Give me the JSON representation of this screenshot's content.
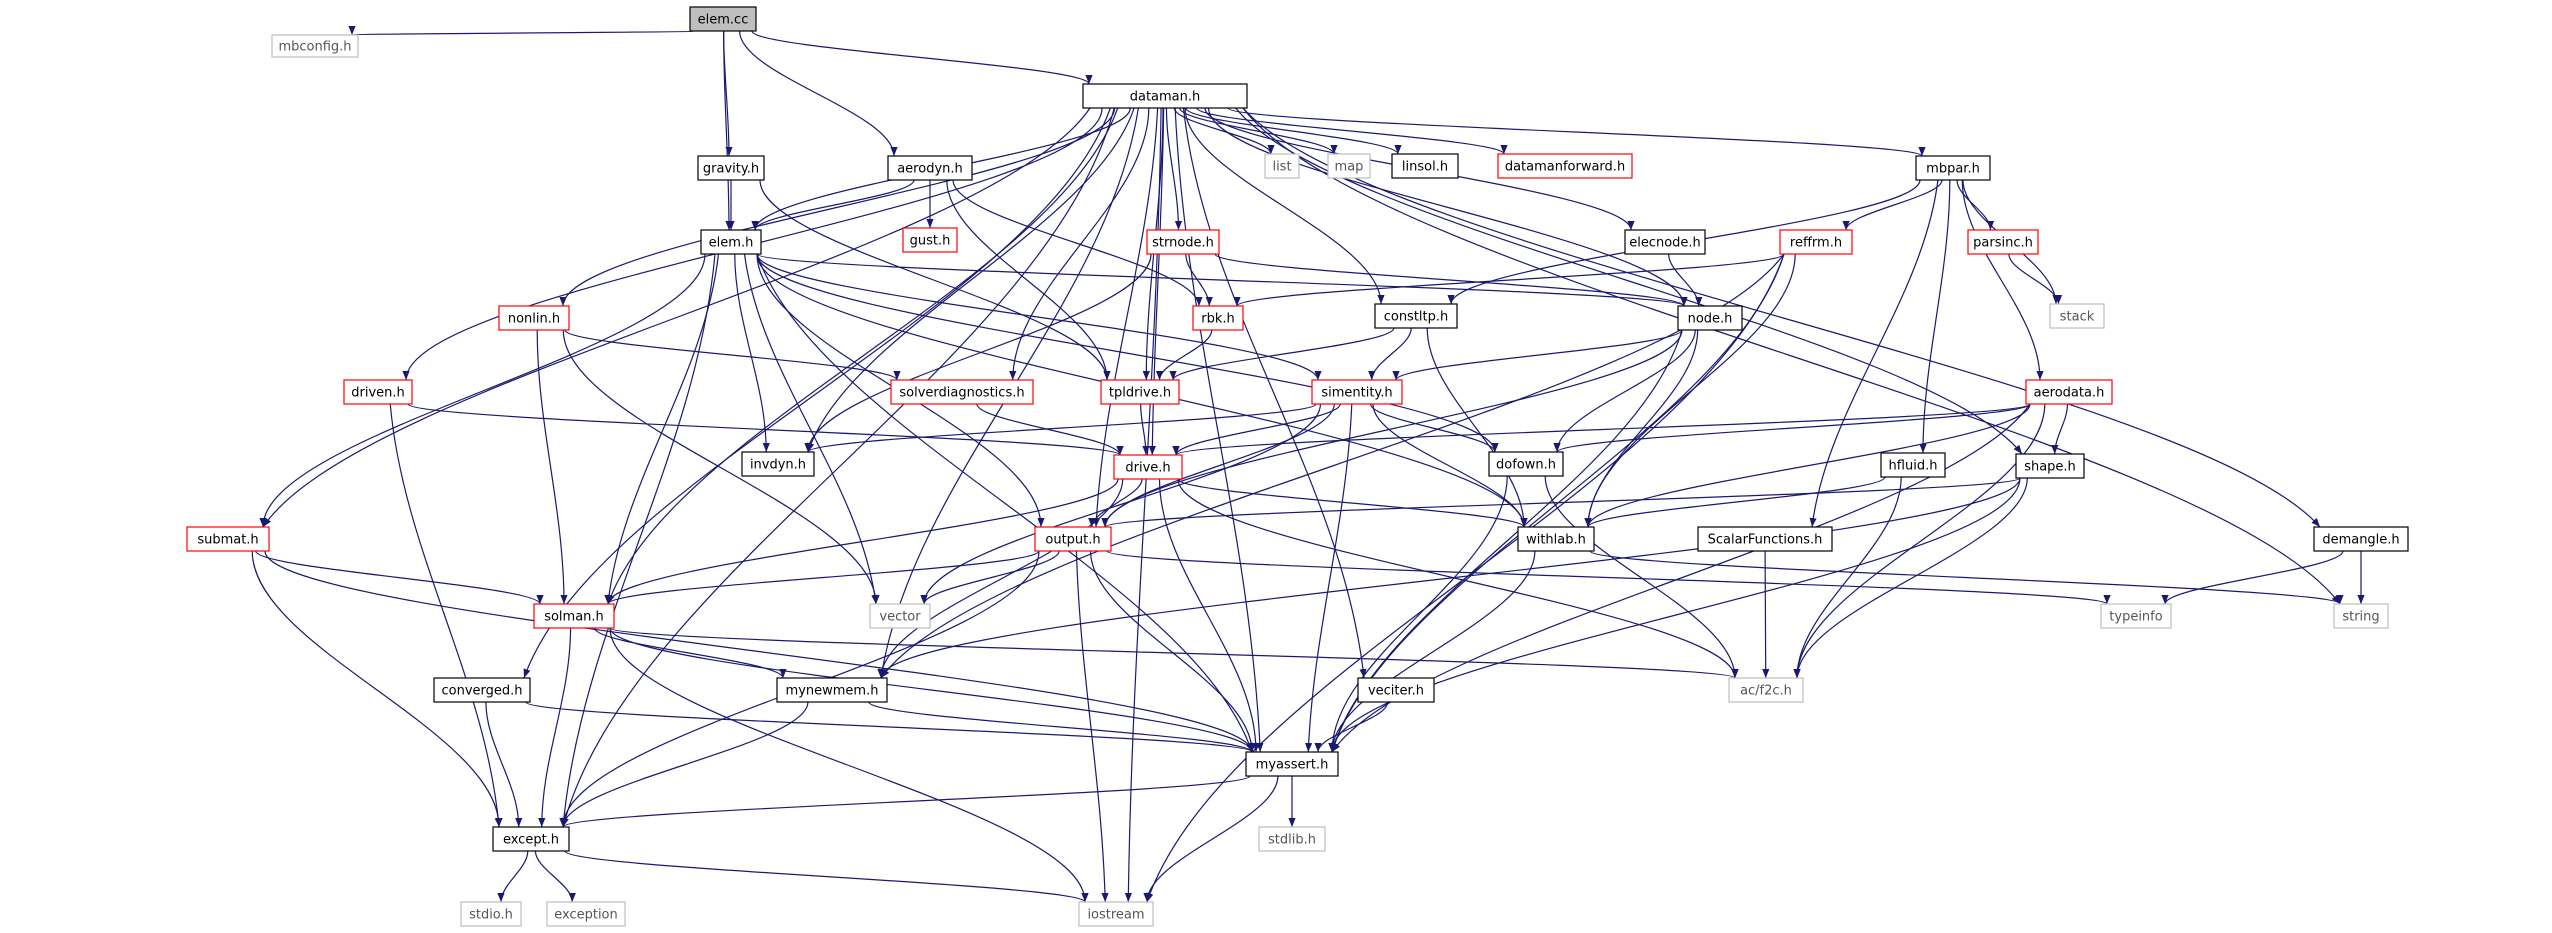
{
  "graph": {
    "title": "",
    "colors": {
      "edge": "#191970",
      "root_fill": "#bfbfbf",
      "normal_border": "#000000",
      "linked_border": "#ff0000",
      "ghost_border": "#bfbfbf"
    },
    "nodes": [
      {
        "id": "elem_cc",
        "label": "elem.cc",
        "kind": "root"
      },
      {
        "id": "mbconfig_h",
        "label": "mbconfig.h",
        "kind": "ghost"
      },
      {
        "id": "dataman_h",
        "label": "dataman.h",
        "kind": "normal"
      },
      {
        "id": "gravity_h",
        "label": "gravity.h",
        "kind": "normal"
      },
      {
        "id": "aerodyn_h",
        "label": "aerodyn.h",
        "kind": "normal"
      },
      {
        "id": "list",
        "label": "list",
        "kind": "ghost"
      },
      {
        "id": "map",
        "label": "map",
        "kind": "ghost"
      },
      {
        "id": "linsol_h",
        "label": "linsol.h",
        "kind": "normal"
      },
      {
        "id": "datamanforward_h",
        "label": "datamanforward.h",
        "kind": "linked"
      },
      {
        "id": "mbpar_h",
        "label": "mbpar.h",
        "kind": "normal"
      },
      {
        "id": "gust_h",
        "label": "gust.h",
        "kind": "linked"
      },
      {
        "id": "elem_h",
        "label": "elem.h",
        "kind": "normal"
      },
      {
        "id": "strnode_h",
        "label": "strnode.h",
        "kind": "linked"
      },
      {
        "id": "elecnode_h",
        "label": "elecnode.h",
        "kind": "normal"
      },
      {
        "id": "reffrm_h",
        "label": "reffrm.h",
        "kind": "linked"
      },
      {
        "id": "parsinc_h",
        "label": "parsinc.h",
        "kind": "linked"
      },
      {
        "id": "stack",
        "label": "stack",
        "kind": "ghost"
      },
      {
        "id": "rbk_h",
        "label": "rbk.h",
        "kind": "linked"
      },
      {
        "id": "constltp_h",
        "label": "constltp.h",
        "kind": "normal"
      },
      {
        "id": "node_h",
        "label": "node.h",
        "kind": "normal"
      },
      {
        "id": "nonlin_h",
        "label": "nonlin.h",
        "kind": "linked"
      },
      {
        "id": "driven_h",
        "label": "driven.h",
        "kind": "linked"
      },
      {
        "id": "solverdiagnostics_h",
        "label": "solverdiagnostics.h",
        "kind": "linked"
      },
      {
        "id": "tpldrive_h",
        "label": "tpldrive.h",
        "kind": "linked"
      },
      {
        "id": "simentity_h",
        "label": "simentity.h",
        "kind": "linked"
      },
      {
        "id": "aerodata_h",
        "label": "aerodata.h",
        "kind": "linked"
      },
      {
        "id": "invdyn_h",
        "label": "invdyn.h",
        "kind": "normal"
      },
      {
        "id": "drive_h",
        "label": "drive.h",
        "kind": "linked"
      },
      {
        "id": "dofown_h",
        "label": "dofown.h",
        "kind": "normal"
      },
      {
        "id": "hfluid_h",
        "label": "hfluid.h",
        "kind": "normal"
      },
      {
        "id": "shape_h",
        "label": "shape.h",
        "kind": "normal"
      },
      {
        "id": "submat_h",
        "label": "submat.h",
        "kind": "linked"
      },
      {
        "id": "output_h",
        "label": "output.h",
        "kind": "linked"
      },
      {
        "id": "withlab_h",
        "label": "withlab.h",
        "kind": "normal"
      },
      {
        "id": "scalarfunctions_h",
        "label": "ScalarFunctions.h",
        "kind": "normal"
      },
      {
        "id": "demangle_h",
        "label": "demangle.h",
        "kind": "normal"
      },
      {
        "id": "solman_h",
        "label": "solman.h",
        "kind": "linked"
      },
      {
        "id": "vector",
        "label": "vector",
        "kind": "ghost"
      },
      {
        "id": "typeinfo",
        "label": "typeinfo",
        "kind": "ghost"
      },
      {
        "id": "string",
        "label": "string",
        "kind": "ghost"
      },
      {
        "id": "converged_h",
        "label": "converged.h",
        "kind": "normal"
      },
      {
        "id": "mynewmem_h",
        "label": "mynewmem.h",
        "kind": "normal"
      },
      {
        "id": "veciter_h",
        "label": "veciter.h",
        "kind": "normal"
      },
      {
        "id": "ac_f2c_h",
        "label": "ac/f2c.h",
        "kind": "ghost"
      },
      {
        "id": "myassert_h",
        "label": "myassert.h",
        "kind": "normal"
      },
      {
        "id": "except_h",
        "label": "except.h",
        "kind": "normal"
      },
      {
        "id": "stdlib_h",
        "label": "stdlib.h",
        "kind": "ghost"
      },
      {
        "id": "stdio_h",
        "label": "stdio.h",
        "kind": "ghost"
      },
      {
        "id": "exception",
        "label": "exception",
        "kind": "ghost"
      },
      {
        "id": "iostream",
        "label": "iostream",
        "kind": "ghost"
      }
    ],
    "edges": [
      [
        "elem_cc",
        "mbconfig_h"
      ],
      [
        "elem_cc",
        "dataman_h"
      ],
      [
        "elem_cc",
        "gravity_h"
      ],
      [
        "elem_cc",
        "aerodyn_h"
      ],
      [
        "elem_cc",
        "elem_h"
      ],
      [
        "dataman_h",
        "list"
      ],
      [
        "dataman_h",
        "map"
      ],
      [
        "dataman_h",
        "linsol_h"
      ],
      [
        "dataman_h",
        "datamanforward_h"
      ],
      [
        "dataman_h",
        "mbpar_h"
      ],
      [
        "dataman_h",
        "elem_h"
      ],
      [
        "dataman_h",
        "strnode_h"
      ],
      [
        "dataman_h",
        "elecnode_h"
      ],
      [
        "dataman_h",
        "constltp_h"
      ],
      [
        "dataman_h",
        "node_h"
      ],
      [
        "dataman_h",
        "nonlin_h"
      ],
      [
        "dataman_h",
        "driven_h"
      ],
      [
        "dataman_h",
        "solverdiagnostics_h"
      ],
      [
        "dataman_h",
        "tpldrive_h"
      ],
      [
        "dataman_h",
        "invdyn_h"
      ],
      [
        "dataman_h",
        "drive_h"
      ],
      [
        "dataman_h",
        "shape_h"
      ],
      [
        "dataman_h",
        "submat_h"
      ],
      [
        "dataman_h",
        "output_h"
      ],
      [
        "dataman_h",
        "demangle_h"
      ],
      [
        "dataman_h",
        "solman_h"
      ],
      [
        "dataman_h",
        "string"
      ],
      [
        "dataman_h",
        "converged_h"
      ],
      [
        "dataman_h",
        "mynewmem_h"
      ],
      [
        "dataman_h",
        "veciter_h"
      ],
      [
        "dataman_h",
        "myassert_h"
      ],
      [
        "dataman_h",
        "except_h"
      ],
      [
        "dataman_h",
        "iostream"
      ],
      [
        "gravity_h",
        "elem_h"
      ],
      [
        "gravity_h",
        "tpldrive_h"
      ],
      [
        "aerodyn_h",
        "gust_h"
      ],
      [
        "aerodyn_h",
        "elem_h"
      ],
      [
        "aerodyn_h",
        "rbk_h"
      ],
      [
        "aerodyn_h",
        "tpldrive_h"
      ],
      [
        "mbpar_h",
        "constltp_h"
      ],
      [
        "mbpar_h",
        "reffrm_h"
      ],
      [
        "mbpar_h",
        "parsinc_h"
      ],
      [
        "mbpar_h",
        "stack"
      ],
      [
        "mbpar_h",
        "aerodata_h"
      ],
      [
        "mbpar_h",
        "hfluid_h"
      ],
      [
        "mbpar_h",
        "scalarfunctions_h"
      ],
      [
        "parsinc_h",
        "stack"
      ],
      [
        "elem_h",
        "node_h"
      ],
      [
        "elem_h",
        "simentity_h"
      ],
      [
        "elem_h",
        "invdyn_h"
      ],
      [
        "elem_h",
        "dofown_h"
      ],
      [
        "elem_h",
        "submat_h"
      ],
      [
        "elem_h",
        "output_h"
      ],
      [
        "elem_h",
        "withlab_h"
      ],
      [
        "elem_h",
        "solman_h"
      ],
      [
        "elem_h",
        "vector"
      ],
      [
        "elem_h",
        "myassert_h"
      ],
      [
        "elem_h",
        "except_h"
      ],
      [
        "strnode_h",
        "rbk_h"
      ],
      [
        "strnode_h",
        "node_h"
      ],
      [
        "strnode_h",
        "invdyn_h"
      ],
      [
        "elecnode_h",
        "node_h"
      ],
      [
        "reffrm_h",
        "rbk_h"
      ],
      [
        "reffrm_h",
        "withlab_h"
      ],
      [
        "reffrm_h",
        "myassert_h"
      ],
      [
        "reffrm_h",
        "mynewmem_h"
      ],
      [
        "reffrm_h",
        "iostream"
      ],
      [
        "rbk_h",
        "tpldrive_h"
      ],
      [
        "constltp_h",
        "tpldrive_h"
      ],
      [
        "constltp_h",
        "simentity_h"
      ],
      [
        "constltp_h",
        "withlab_h"
      ],
      [
        "node_h",
        "simentity_h"
      ],
      [
        "node_h",
        "dofown_h"
      ],
      [
        "node_h",
        "withlab_h"
      ],
      [
        "node_h",
        "output_h"
      ],
      [
        "node_h",
        "myassert_h"
      ],
      [
        "nonlin_h",
        "solverdiagnostics_h"
      ],
      [
        "nonlin_h",
        "solman_h"
      ],
      [
        "nonlin_h",
        "vector"
      ],
      [
        "driven_h",
        "drive_h"
      ],
      [
        "driven_h",
        "except_h"
      ],
      [
        "solverdiagnostics_h",
        "drive_h"
      ],
      [
        "tpldrive_h",
        "drive_h"
      ],
      [
        "simentity_h",
        "invdyn_h"
      ],
      [
        "simentity_h",
        "drive_h"
      ],
      [
        "simentity_h",
        "dofown_h"
      ],
      [
        "simentity_h",
        "output_h"
      ],
      [
        "simentity_h",
        "withlab_h"
      ],
      [
        "simentity_h",
        "vector"
      ],
      [
        "simentity_h",
        "myassert_h"
      ],
      [
        "aerodata_h",
        "drive_h"
      ],
      [
        "aerodata_h",
        "dofown_h"
      ],
      [
        "aerodata_h",
        "shape_h"
      ],
      [
        "aerodata_h",
        "withlab_h"
      ],
      [
        "aerodata_h",
        "ac_f2c_h"
      ],
      [
        "aerodata_h",
        "myassert_h"
      ],
      [
        "drive_h",
        "output_h"
      ],
      [
        "drive_h",
        "withlab_h"
      ],
      [
        "drive_h",
        "solman_h"
      ],
      [
        "drive_h",
        "mynewmem_h"
      ],
      [
        "drive_h",
        "ac_f2c_h"
      ],
      [
        "drive_h",
        "myassert_h"
      ],
      [
        "dofown_h",
        "ac_f2c_h"
      ],
      [
        "dofown_h",
        "myassert_h"
      ],
      [
        "hfluid_h",
        "withlab_h"
      ],
      [
        "hfluid_h",
        "ac_f2c_h"
      ],
      [
        "shape_h",
        "output_h"
      ],
      [
        "shape_h",
        "mynewmem_h"
      ],
      [
        "shape_h",
        "ac_f2c_h"
      ],
      [
        "shape_h",
        "myassert_h"
      ],
      [
        "submat_h",
        "solman_h"
      ],
      [
        "submat_h",
        "myassert_h"
      ],
      [
        "submat_h",
        "except_h"
      ],
      [
        "output_h",
        "solman_h"
      ],
      [
        "output_h",
        "vector"
      ],
      [
        "output_h",
        "typeinfo"
      ],
      [
        "output_h",
        "myassert_h"
      ],
      [
        "output_h",
        "except_h"
      ],
      [
        "output_h",
        "iostream"
      ],
      [
        "withlab_h",
        "string"
      ],
      [
        "withlab_h",
        "myassert_h"
      ],
      [
        "scalarfunctions_h",
        "ac_f2c_h"
      ],
      [
        "demangle_h",
        "typeinfo"
      ],
      [
        "demangle_h",
        "string"
      ],
      [
        "solman_h",
        "mynewmem_h"
      ],
      [
        "solman_h",
        "ac_f2c_h"
      ],
      [
        "solman_h",
        "myassert_h"
      ],
      [
        "solman_h",
        "iostream"
      ],
      [
        "solman_h",
        "except_h"
      ],
      [
        "converged_h",
        "myassert_h"
      ],
      [
        "converged_h",
        "except_h"
      ],
      [
        "mynewmem_h",
        "myassert_h"
      ],
      [
        "mynewmem_h",
        "except_h"
      ],
      [
        "veciter_h",
        "myassert_h"
      ],
      [
        "myassert_h",
        "stdlib_h"
      ],
      [
        "myassert_h",
        "except_h"
      ],
      [
        "myassert_h",
        "iostream"
      ],
      [
        "except_h",
        "stdio_h"
      ],
      [
        "except_h",
        "exception"
      ],
      [
        "except_h",
        "iostream"
      ]
    ]
  }
}
